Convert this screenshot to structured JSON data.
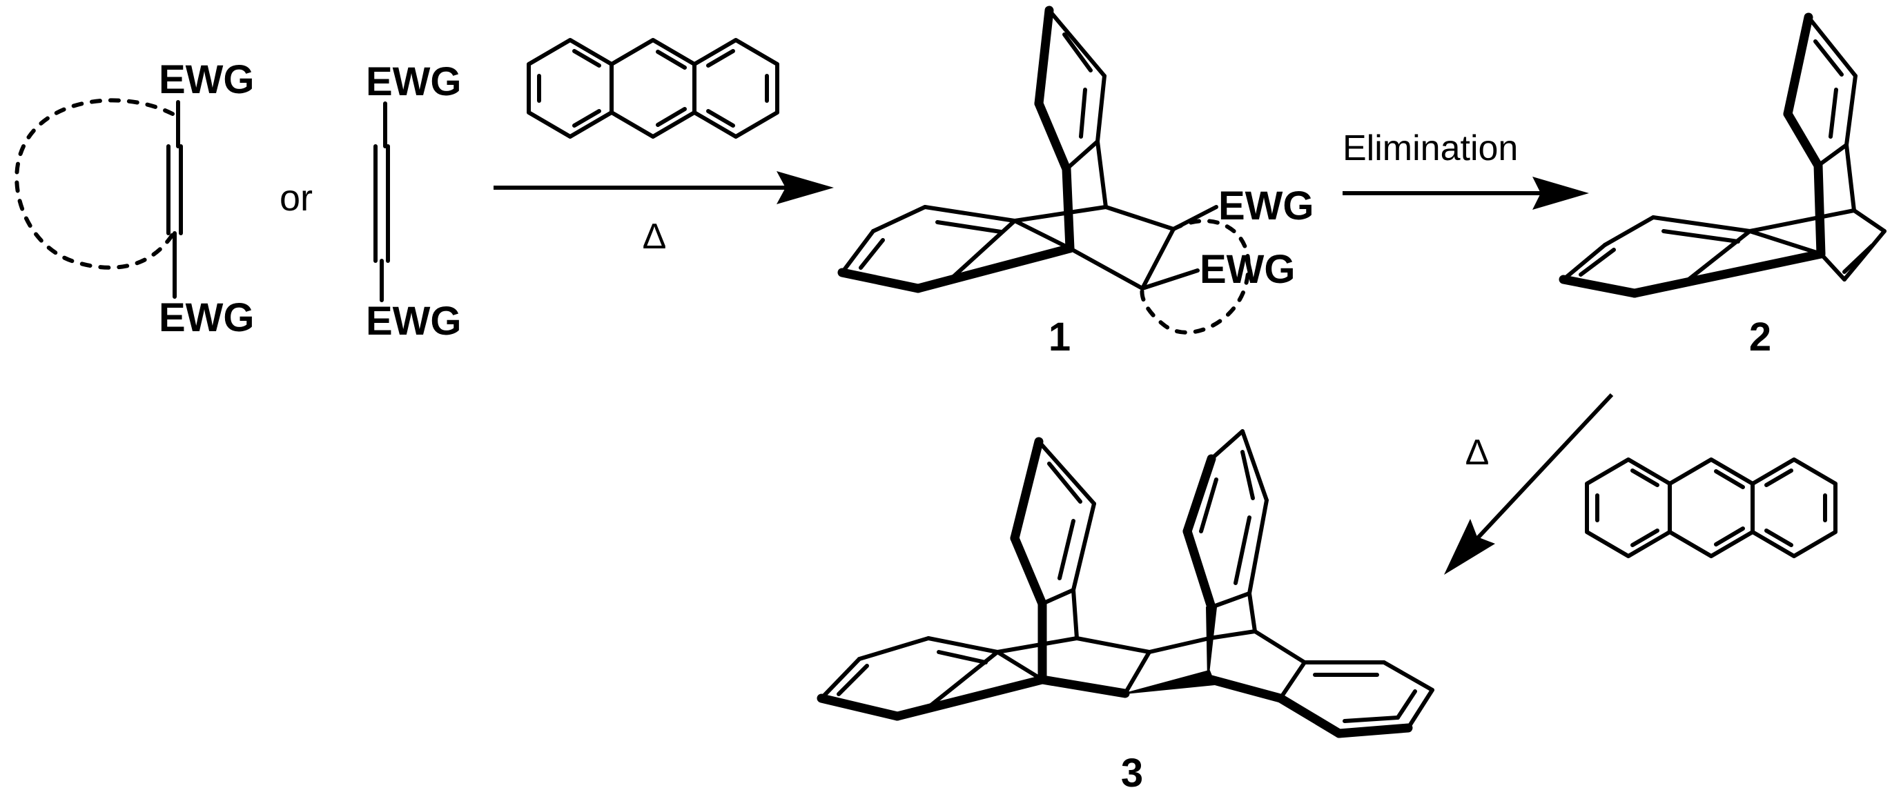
{
  "reagents": {
    "cyclic_top": "EWG",
    "cyclic_bottom": "EWG",
    "connector": "or",
    "acyclic_top": "EWG",
    "acyclic_bottom": "EWG"
  },
  "steps": {
    "step1_condition": "Δ",
    "step2_condition": "Elimination",
    "step3_condition": "Δ"
  },
  "compounds": {
    "c1_label": "1",
    "c1_sub_top": "EWG",
    "c1_sub_bottom": "EWG",
    "c2_label": "2",
    "c3_label": "3"
  }
}
